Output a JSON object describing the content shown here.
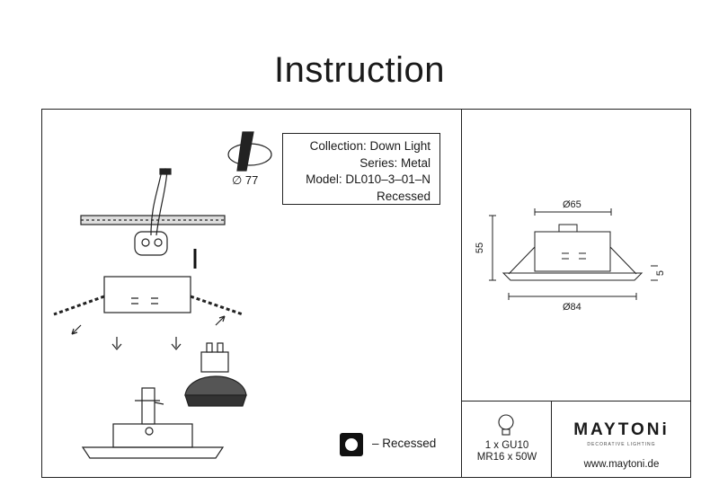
{
  "title": "Instruction",
  "info": {
    "collection": "Collection: Down Light",
    "series": "Series: Metal",
    "model": "Model: DL010–3–01–N",
    "type": "Recessed"
  },
  "cutout_label": "∅ 77",
  "dimensions": {
    "top_diameter": "Ø65",
    "bottom_diameter": "Ø84",
    "height": "55",
    "flange": "5"
  },
  "legend": {
    "recessed": "– Recessed"
  },
  "lamp": {
    "count": "1 x GU10",
    "spec": "MR16 x 50W"
  },
  "brand": {
    "name": "MAYTONi",
    "tagline": "DECORATIVE LIGHTING",
    "website": "www.maytoni.de"
  }
}
